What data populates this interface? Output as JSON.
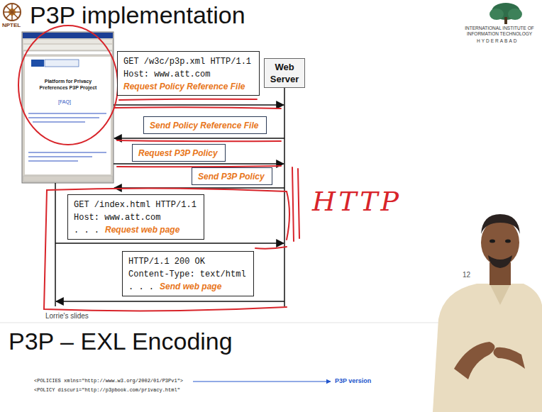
{
  "diagram": {
    "title": "P3P implementation",
    "nodes": [
      {
        "text": [
          "GET /w3c/p3p.xml HTTP/1.1",
          "Host: www.att.com",
          "Request Policy Reference File"
        ]
      },
      {
        "text": [
          "Web Server"
        ]
      },
      {
        "text": [
          "Send Policy Reference File"
        ]
      },
      {
        "text": [
          "Request P3P Policy"
        ]
      },
      {
        "text": [
          "Send P3P Policy"
        ]
      },
      {
        "text": [
          "GET /index.html HTTP/1.1",
          "Host: www.att.com",
          ". . .",
          "Request web page"
        ]
      },
      {
        "text": [
          "HTTP/1.1 200 OK",
          "Content-Type: text/html",
          ". . .",
          "Send web page"
        ]
      }
    ],
    "labels": [
      "NPTEL",
      "INTERNATIONAL INSTITUTE OF INFORMATION TECHNOLOGY",
      "HYDERABAD",
      "Platform for Privacy Preferences P3P Project",
      "[FAQ]",
      "HTTP",
      "Lorrie's slides",
      "12",
      "P3P – EXL Encoding",
      "<POLICIES xmlns=\"http://www.w3.org/2002/01/P3Pv1\">",
      "P3P version",
      "<POLICY discuri=\"http://p3pbook.com/privacy.html\""
    ]
  }
}
